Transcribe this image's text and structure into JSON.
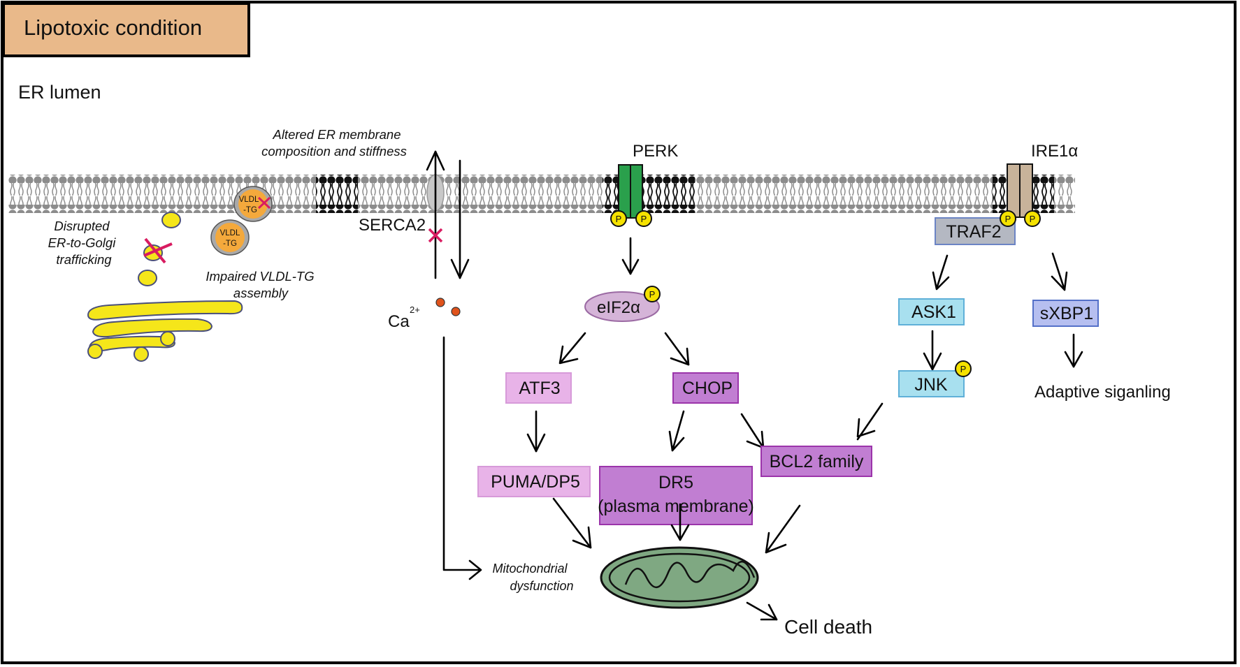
{
  "title": "Lipotoxic condition",
  "compartment_label": "ER lumen",
  "annotations": {
    "membrane_line1": "Altered ER membrane",
    "membrane_line2": "composition and stiffness",
    "golgi_line1": "Disrupted",
    "golgi_line2": "ER-to-Golgi",
    "golgi_line3": "trafficking",
    "vldl_line1": "Impaired VLDL-TG",
    "vldl_line2": "assembly",
    "mito_line1": "Mitochondrial",
    "mito_line2": "dysfunction"
  },
  "vldl": {
    "line1": "VLDL",
    "line2": "-TG"
  },
  "sensors": {
    "serca": "SERCA2",
    "perk": "PERK",
    "ire1": "IRE1α"
  },
  "calcium": {
    "label": "Ca",
    "charge": "2+"
  },
  "phospho_label": "P",
  "nodes": {
    "eif2a": "eIF2α",
    "atf3": "ATF3",
    "chop": "CHOP",
    "puma": "PUMA/DP5",
    "dr5_line1": "DR5",
    "dr5_line2": "(plasma membrane)",
    "bcl2": "BCL2 family",
    "traf2": "TRAF2",
    "ask1": "ASK1",
    "jnk": "JNK",
    "sxbp1": "sXBP1"
  },
  "outcomes": {
    "adaptive": "Adaptive siganling",
    "cell_death": "Cell death"
  },
  "colors": {
    "header_fill": "#e9b98a",
    "membrane": "#8c8c8c",
    "perk": "#2aa04c",
    "ire1": "#c8b39a",
    "light_pink": "#e8b3e8",
    "purple": "#c17ed2",
    "cyan": "#a8e0ef",
    "lavender": "#b6bff0",
    "traf2": "#b4b8c2",
    "mito": "#7fa882",
    "vesicle": "#f5e61a",
    "vldl": "#f4a93c",
    "inhibit": "#d81b60",
    "phospho": "#f5e200",
    "calcium": "#e0531c"
  }
}
